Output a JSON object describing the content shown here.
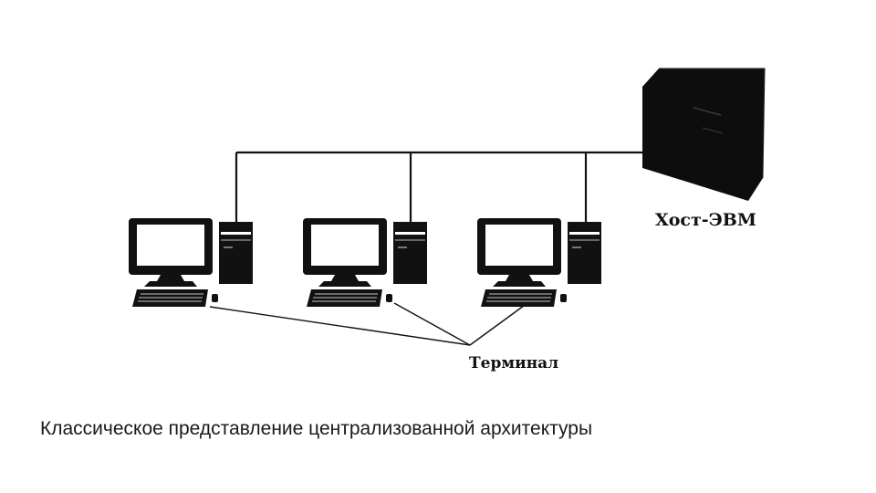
{
  "diagram": {
    "host_label": "Хост-ЭВМ",
    "terminal_label": "Терминал",
    "terminal_count": 3,
    "host_icon": "mainframe-cabinet-icon",
    "terminal_icon": "desktop-computer-icon",
    "line_color": "#111111",
    "host_color": "#0d0d0d"
  },
  "caption": "Классическое представление централизованной архитектуры"
}
